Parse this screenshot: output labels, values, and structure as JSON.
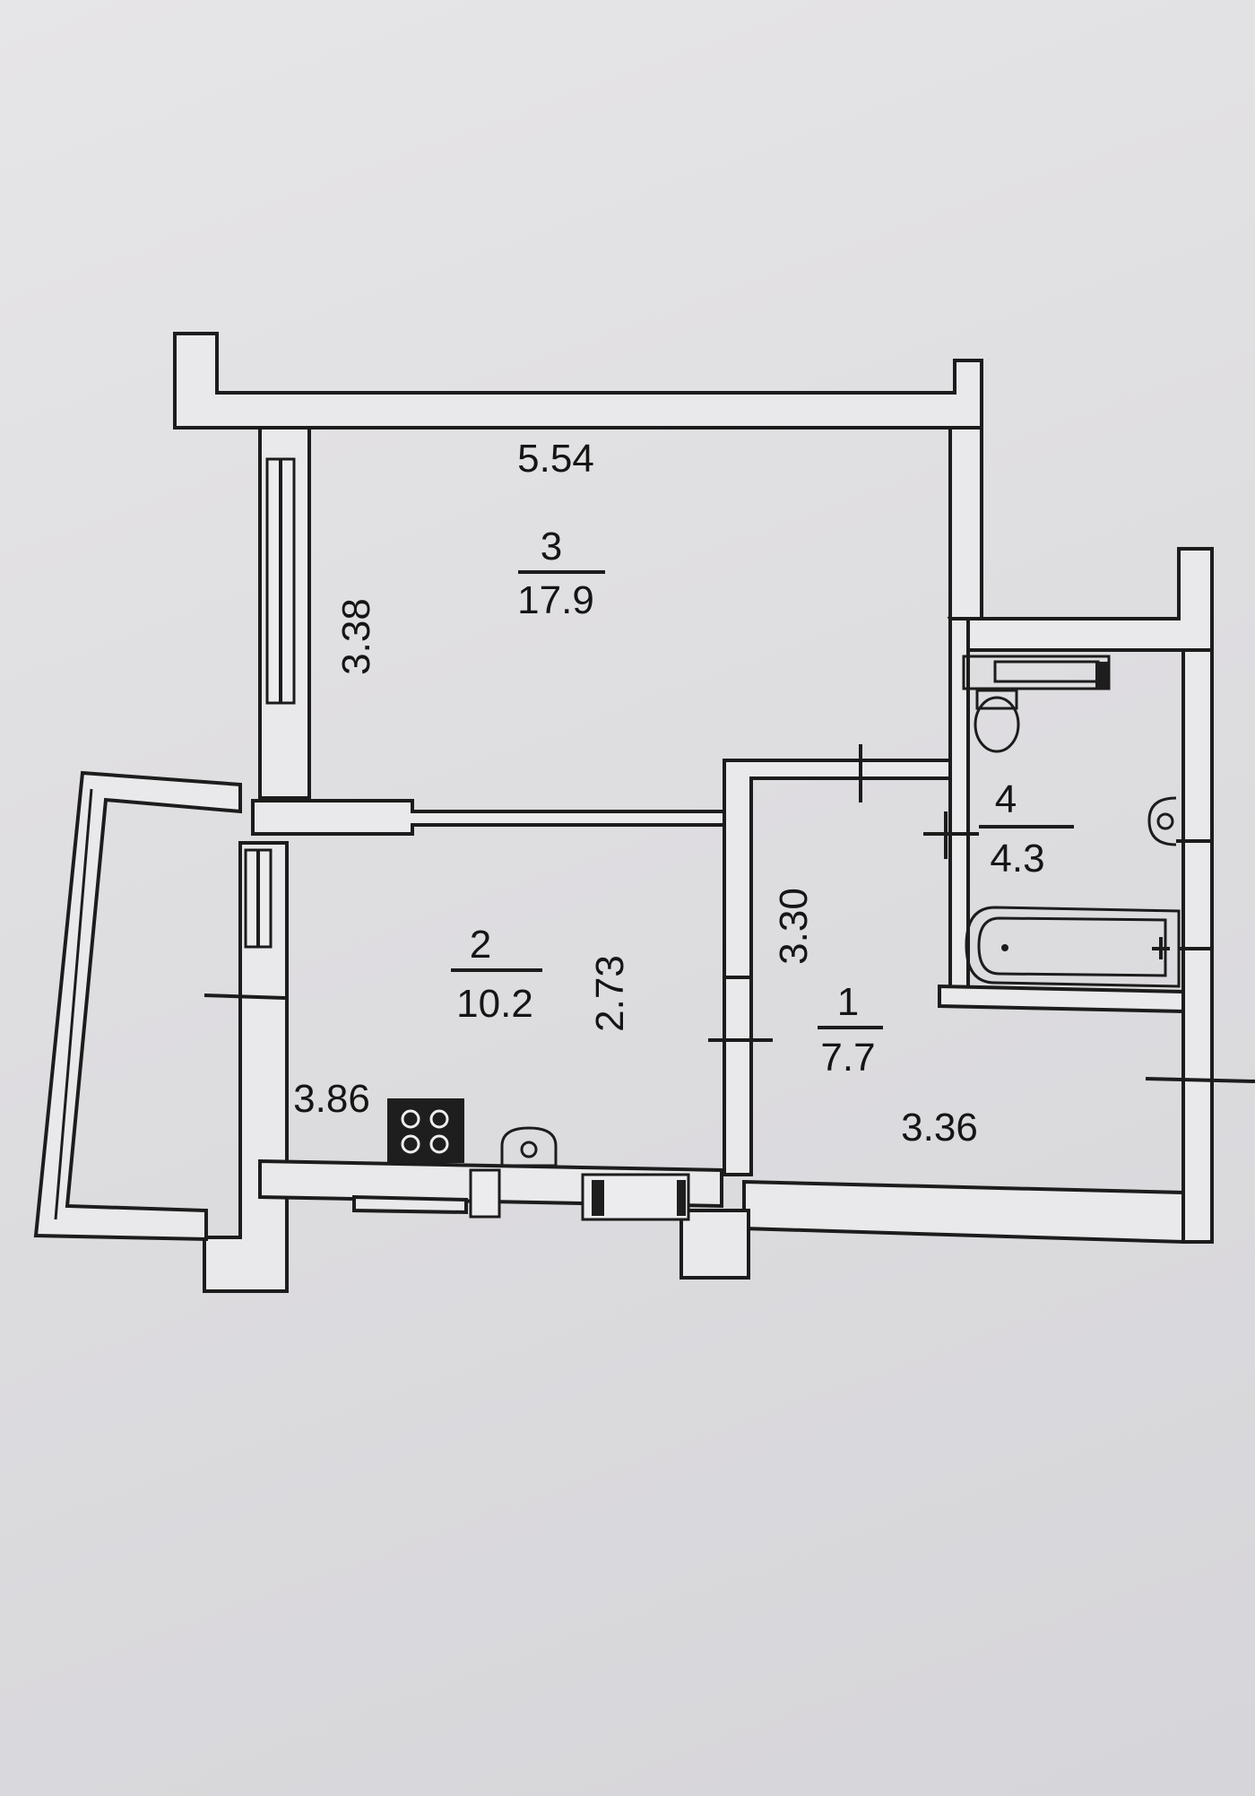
{
  "rooms": [
    {
      "number": "3",
      "area": "17.9"
    },
    {
      "number": "2",
      "area": "10.2"
    },
    {
      "number": "1",
      "area": "7.7"
    },
    {
      "number": "4",
      "area": "4.3"
    }
  ],
  "dimensions": {
    "room3_width": "5.54",
    "room3_depth": "3.38",
    "room2_width": "3.86",
    "room2_depth": "2.73",
    "room1_depth": "3.30",
    "room1_width": "3.36"
  }
}
